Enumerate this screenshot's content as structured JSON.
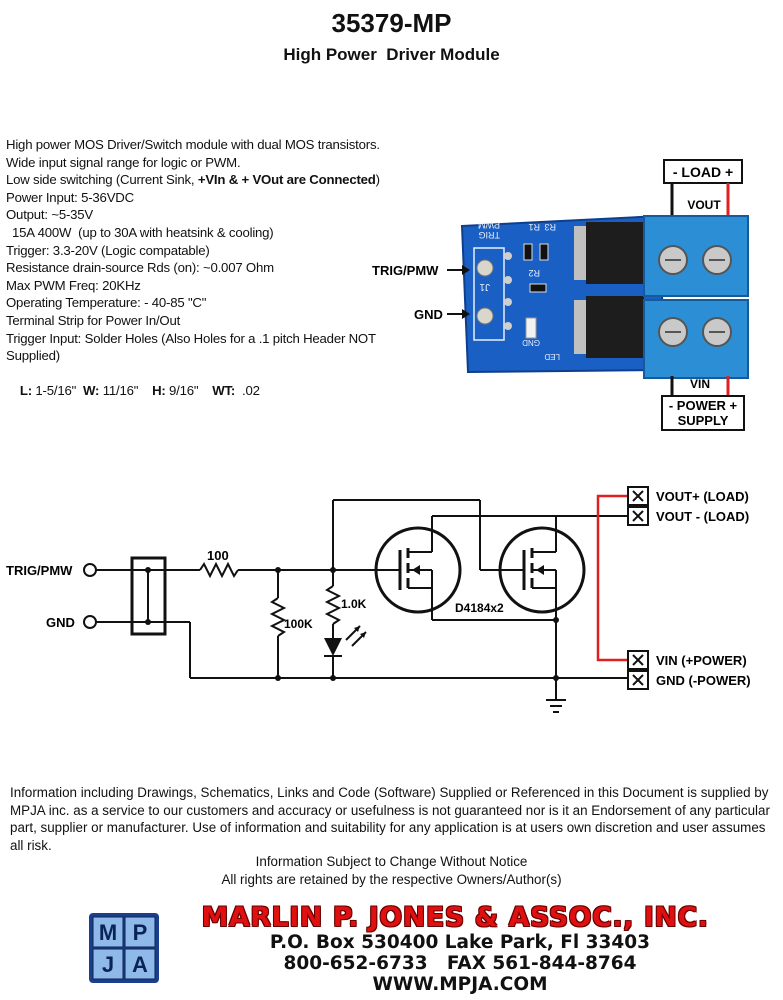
{
  "header": {
    "part_number": "35379-MP",
    "subtitle": "High Power  Driver Module"
  },
  "specs": {
    "intro": "High power MOS Driver/Switch module with dual MOS transistors.",
    "signal_range": "Wide input signal range for logic or PWM.",
    "switching_prefix": "Low side switching (Current Sink, ",
    "switching_bold": "+VIn & + VOut are Connected",
    "switching_suffix": ")",
    "power_input": "Power Input: 5-36VDC",
    "output": "Output: ~5-35V",
    "current": "15A 400W  (up to 30A with heatsink & cooling)",
    "trigger": "Trigger: 3.3-20V (Logic compatable)",
    "resistance": "Resistance drain-source Rds (on): ~0.007 Ohm",
    "pwm_freq": "Max PWM Freq: 20KHz",
    "temperature": "Operating Temperature: - 40-85 \"C\"",
    "terminal": "Terminal Strip for Power In/Out",
    "trigger_input": "Trigger Input: Solder Holes (Also Holes for a .1 pitch Header NOT Supplied)",
    "dims": {
      "l_label": "L:",
      "l_value": "1-5/16\"",
      "w_label": "W:",
      "w_value": "11/16\"",
      "h_label": "H:",
      "h_value": "9/16\"",
      "wt_label": "WT:",
      "wt_value": ".02"
    }
  },
  "photo": {
    "load_label": "- LOAD +",
    "vout_label": "VOUT",
    "vin_label": "VIN",
    "supply_label_1": "- POWER +",
    "supply_label_2": "SUPPLY",
    "trig_label": "TRIG/PMW",
    "gnd_label": "GND",
    "silk_trig": "TRIG",
    "silk_pwm": "PWM",
    "silk_r1": "R1",
    "silk_r3": "R3",
    "silk_r2": "R2",
    "silk_j1": "J1",
    "silk_gnd": "GND",
    "silk_led": "LED"
  },
  "schematic": {
    "trig_label": "TRIG/PMW",
    "gnd_label": "GND",
    "r_series": "100",
    "r_pulldown": "100K",
    "r_led": "1.0K",
    "mosfet_label": "D4184x2",
    "vout_plus": "VOUT+ (LOAD)",
    "vout_minus": "VOUT - (LOAD)",
    "vin_plus": "VIN (+POWER)",
    "gnd_minus": "GND (-POWER)"
  },
  "footer": {
    "disclaimer": "Information including Drawings, Schematics, Links and Code (Software) Supplied or Referenced in this Document is supplied by MPJA inc. as a service to our customers and accuracy or usefulness is not guaranteed nor is it an Endorsement of any particular part, supplier or manufacturer. Use of information and suitability for any application is at users own discretion and user assumes all risk.",
    "notice_1": "Information Subject to Change Without Notice",
    "notice_2": "All rights are retained by the respective Owners/Author(s)",
    "logo_letters": [
      "M",
      "P",
      "J",
      "A"
    ],
    "company": "MARLIN P. JONES & ASSOC., INC.",
    "address": "P.O. Box 530400 Lake Park, Fl 33403",
    "phone": "800-652-6733   FAX 561-844-8764",
    "website": "WWW.MPJA.COM"
  },
  "colors": {
    "pcb_blue": "#1a5fc4",
    "terminal_blue": "#2c8fd6",
    "wire_red": "#e02020",
    "company_red": "#e01010"
  }
}
